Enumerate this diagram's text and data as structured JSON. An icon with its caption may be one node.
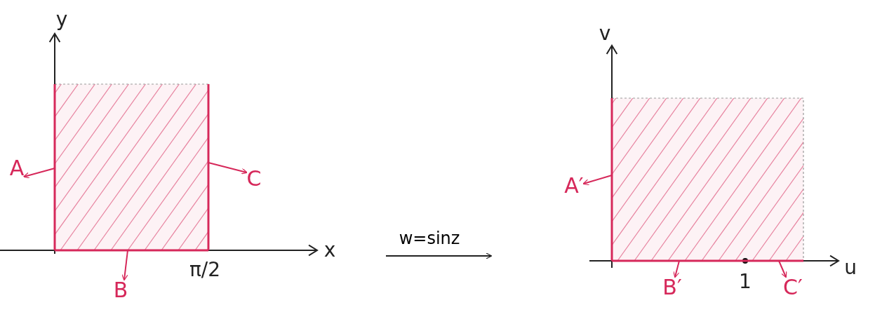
{
  "diagram": {
    "nodes": [
      {
        "text": [],
        "shape": "picture"
      },
      {
        "text": [],
        "shape": "picture"
      },
      {
        "text": [
          "A"
        ],
        "in": 0
      },
      {
        "text": [],
        "shape": "line",
        "in": 0
      },
      {
        "text": [
          "B"
        ]
      },
      {
        "text": [],
        "shape": "line",
        "in": 0
      },
      {
        "text": [
          "C"
        ],
        "in": 0
      },
      {
        "text": [],
        "shape": "line",
        "in": 0
      },
      {
        "text": [
          "A′"
        ],
        "in": 1
      },
      {
        "text": [],
        "shape": "line",
        "in": 1
      },
      {
        "text": [
          "B′"
        ]
      },
      {
        "text": [],
        "shape": "line",
        "in": 1
      },
      {
        "text": [
          "C′"
        ]
      },
      {
        "text": [],
        "shape": "line",
        "in": 1
      }
    ],
    "edges": [
      {
        "from": 0,
        "to": 1,
        "arrow": "to",
        "label": "w=sinz",
        "color": "#222222"
      },
      {
        "from": 3,
        "to": 2,
        "arrow": "to"
      },
      {
        "from": 5,
        "to": 4,
        "arrow": "to"
      },
      {
        "from": 7,
        "to": 6,
        "arrow": "to"
      },
      {
        "from": 9,
        "to": 8,
        "arrow": "to"
      },
      {
        "from": 11,
        "to": 10,
        "arrow": "to"
      },
      {
        "from": 13,
        "to": 12,
        "arrow": "to"
      }
    ],
    "labels": [
      "y",
      "x",
      "π/2",
      "v",
      "u",
      "1"
    ]
  }
}
